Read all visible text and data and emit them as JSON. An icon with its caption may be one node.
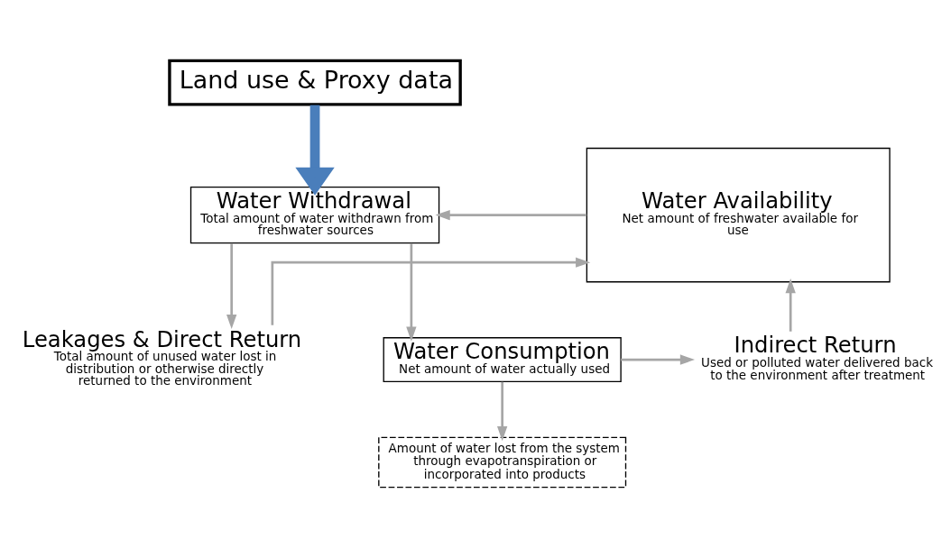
{
  "diagram": {
    "nodes": [
      {
        "text": [
          "Land use & Proxy data"
        ]
      },
      {
        "text": [
          "Water Withdrawal",
          "Total amount of water withdrawn from freshwater sources"
        ]
      },
      {
        "text": [
          "Water Availability",
          "Net amount of freshwater available for use"
        ]
      },
      {
        "text": [
          "Leakages & Direct Return",
          "Total amount of unused water lost in distribution or otherwise directly returned to the environment"
        ]
      },
      {
        "text": [
          "Water Consumption",
          "Net amount of water actually used"
        ]
      },
      {
        "text": [
          "Indirect Return",
          "Used or polluted water delivered back to the environment after treatment"
        ]
      },
      {
        "text": [
          "Amount of water lost from the system through evapotranspiration or incorporated into products"
        ]
      }
    ],
    "edges": [
      {
        "from": 0,
        "to": 1,
        "arrow": "to",
        "style": "thick",
        "color": "#4a7ebb"
      },
      {
        "from": 2,
        "to": 1,
        "arrow": "to"
      },
      {
        "from": 1,
        "to": 3,
        "arrow": "to"
      },
      {
        "from": 1,
        "to": 4,
        "arrow": "to"
      },
      {
        "from": 3,
        "to": 2,
        "arrow": "to"
      },
      {
        "from": 4,
        "to": 5,
        "arrow": "to"
      },
      {
        "from": 5,
        "to": 2,
        "arrow": "to"
      },
      {
        "from": 4,
        "to": 6,
        "arrow": "to"
      }
    ]
  }
}
